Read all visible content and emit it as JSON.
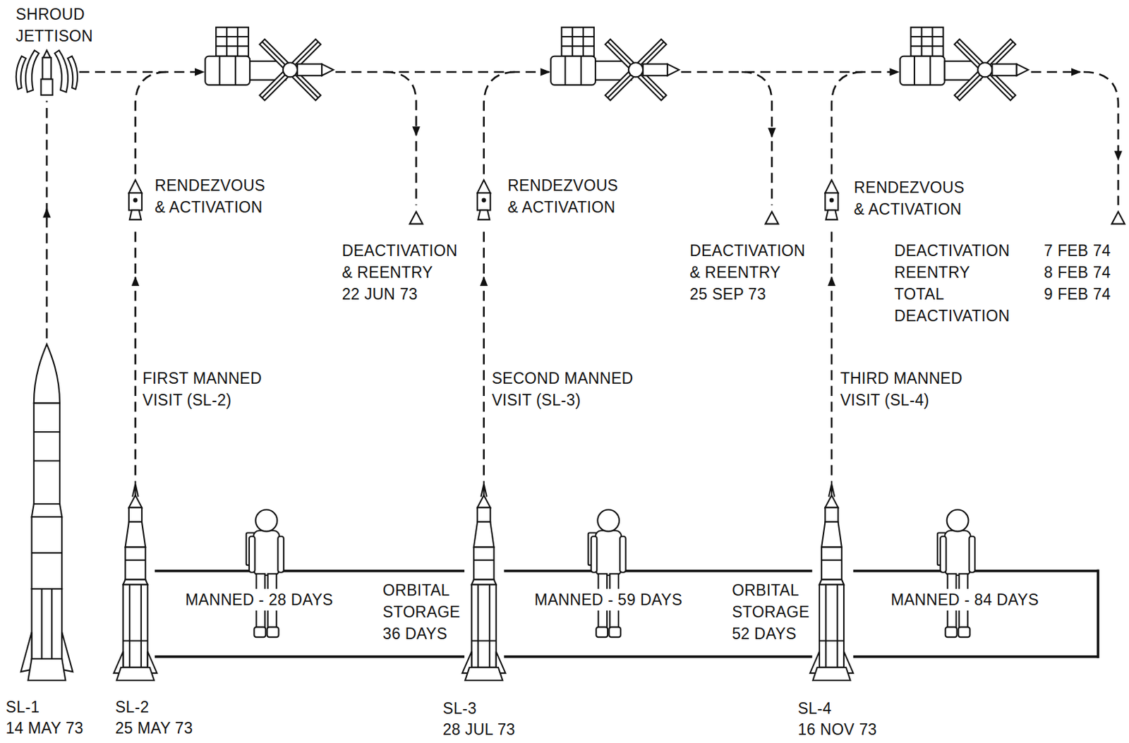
{
  "diagram": {
    "nodes": [
      {
        "text": [
          "MANNED - 28 DAYS",
          "ORBITAL STORAGE 36 DAYS",
          "MANNED - 59 DAYS",
          "ORBITAL STORAGE 52 DAYS",
          "MANNED - 84 DAYS"
        ]
      }
    ],
    "labels": [
      "SHROUD JETTISON",
      "RENDEZVOUS & ACTIVATION",
      "DEACTIVATION & REENTRY",
      "22 JUN 73",
      "RENDEZVOUS & ACTIVATION",
      "DEACTIVATION & REENTRY",
      "25 SEP 73",
      "RENDEZVOUS & ACTIVATION",
      "DEACTIVATION",
      "7 FEB 74",
      "REENTRY",
      "8 FEB 74",
      "TOTAL DEACTIVATION",
      "9 FEB 74",
      "FIRST MANNED VISIT (SL-2)",
      "SECOND MANNED VISIT (SL-3)",
      "THIRD MANNED VISIT (SL-4)",
      "SL-1",
      "14 MAY 73",
      "SL-2",
      "25 MAY 73",
      "SL-3",
      "28 JUL 73",
      "SL-4",
      "16 NOV 73"
    ]
  }
}
